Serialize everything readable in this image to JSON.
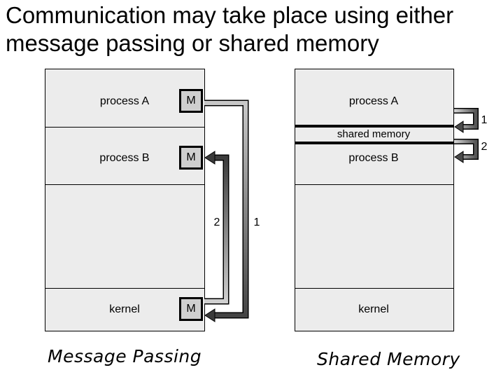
{
  "title": "Communication may take place using either\nmessage passing or shared memory",
  "message_passing": {
    "caption": "Message Passing",
    "process_a": "process A",
    "process_b": "process B",
    "kernel": "kernel",
    "m_label": "M",
    "arrow_1": "1",
    "arrow_2": "2"
  },
  "shared_memory": {
    "caption": "Shared Memory",
    "process_a": "process A",
    "shared_memory": "shared memory",
    "process_b": "process B",
    "kernel": "kernel",
    "arrow_1": "1",
    "arrow_2": "2"
  }
}
